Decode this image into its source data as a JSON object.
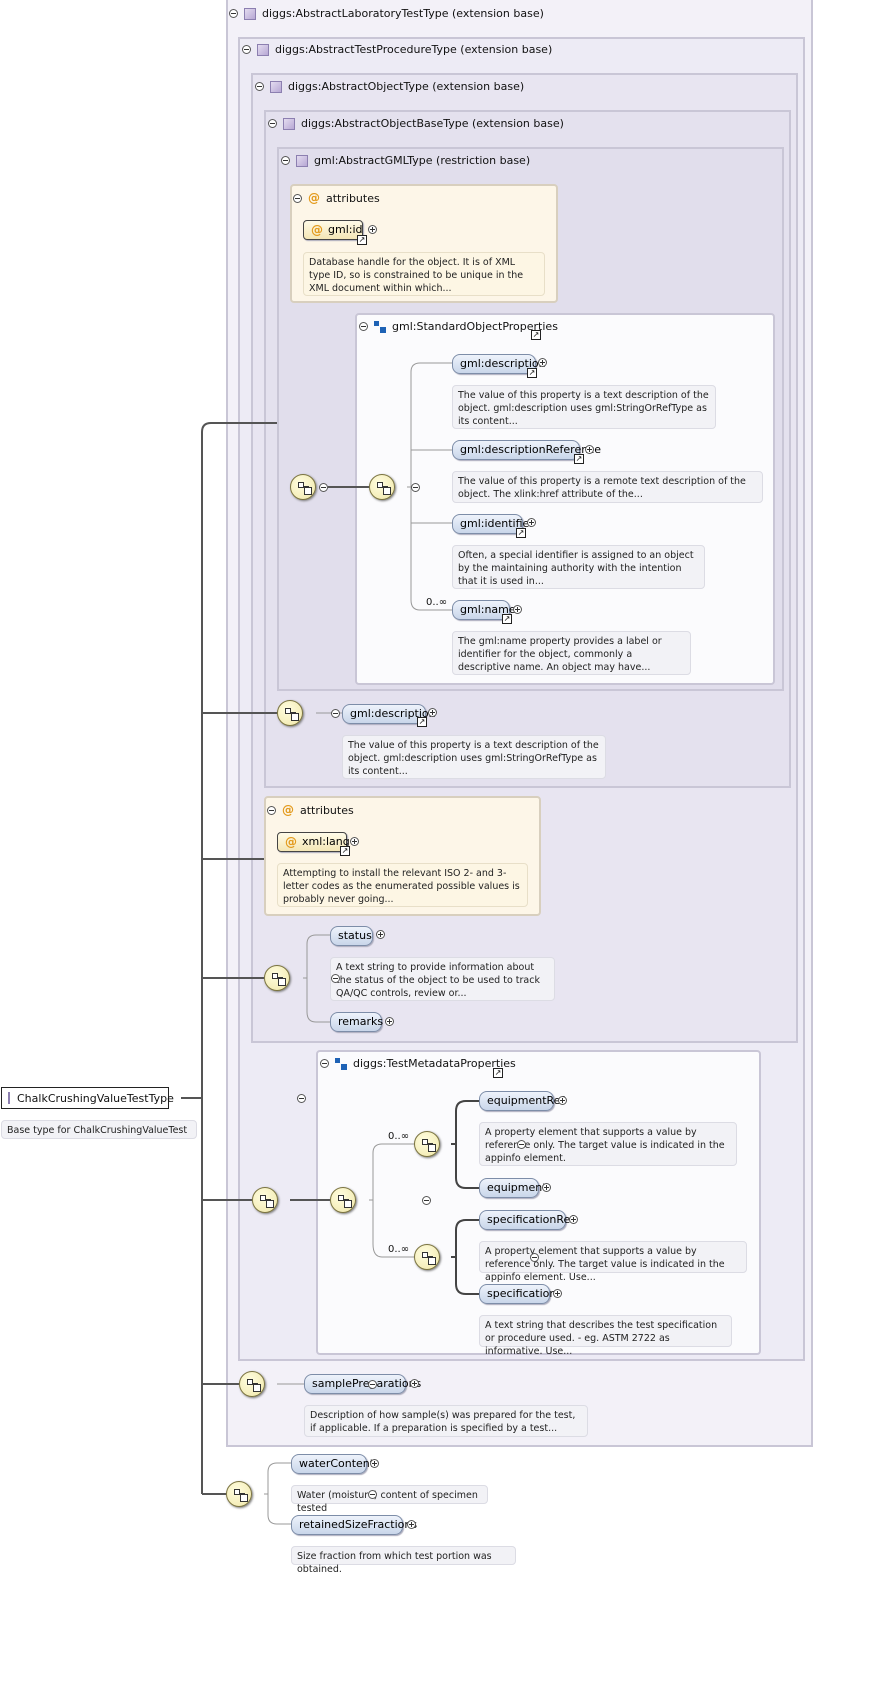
{
  "root": {
    "name": "ChalkCrushingValueTestType",
    "doc": "Base type for ChalkCrushingValueTest"
  },
  "bases": {
    "lab": "diggs:AbstractLaboratoryTestType (extension base)",
    "proc": "diggs:AbstractTestProcedureType (extension base)",
    "obj": "diggs:AbstractObjectType (extension base)",
    "objbase": "diggs:AbstractObjectBaseType (extension base)",
    "gml": "gml:AbstractGMLType (restriction base)"
  },
  "gml_attributes": {
    "title": "attributes",
    "id_name": "gml:id",
    "id_doc": "Database handle for the object. It is of XML type ID, so is constrained to be unique in the XML document within which..."
  },
  "std_props": {
    "title": "gml:StandardObjectProperties",
    "items": [
      {
        "name": "gml:description",
        "doc": "The value of this property is a text description of the object. gml:description uses gml:StringOrRefType as its content..."
      },
      {
        "name": "gml:descriptionReference",
        "doc": "The value of this property is a remote text description of the object. The xlink:href attribute of the..."
      },
      {
        "name": "gml:identifier",
        "doc": "Often, a special identifier is assigned to an object by the maintaining authority with the intention that it is used in..."
      },
      {
        "name": "gml:name",
        "doc": "The gml:name property provides a label or identifier for the object, commonly a descriptive name. An object may have...",
        "mult": "0..∞"
      }
    ]
  },
  "objbase_desc": {
    "name": "gml:description",
    "doc": "The value of this property is a text description of the object. gml:description uses gml:StringOrRefType as its content..."
  },
  "obj_attributes": {
    "title": "attributes",
    "lang_name": "xml:lang",
    "lang_doc": "Attempting to install the relevant ISO 2- and 3-letter codes as the enumerated possible values is probably never going..."
  },
  "status": {
    "name": "status",
    "doc": "A text string to provide information about the status of the object to be used to track QA/QC controls, review or..."
  },
  "remarks": {
    "name": "remarks"
  },
  "test_meta": {
    "title": "diggs:TestMetadataProperties",
    "mult1": "0..∞",
    "mult2": "0..∞",
    "equipmentRef": "equipmentRef",
    "equipmentRef_doc": "A property element that supports a value by reference only. The target value is indicated in the appinfo element.",
    "equipment": "equipment",
    "specificationRef": "specificationRef",
    "specificationRef_doc": "A property element that supports a value by reference only. The target value is indicated in the appinfo element. Use...",
    "specification": "specification",
    "specification_doc": "A text string that describes the test specification or procedure used. - eg. ASTM 2722 as informative. Use..."
  },
  "samplePreparations": {
    "name": "samplePreparations",
    "doc": "Description of how sample(s) was prepared for the test, if applicable. If a preparation is specified by a test..."
  },
  "waterContent": {
    "name": "waterContent",
    "doc": "Water (moisture) content of specimen tested"
  },
  "retainedSizeFractions": {
    "name": "retainedSizeFractions",
    "doc": "Size fraction from which test portion was obtained."
  }
}
